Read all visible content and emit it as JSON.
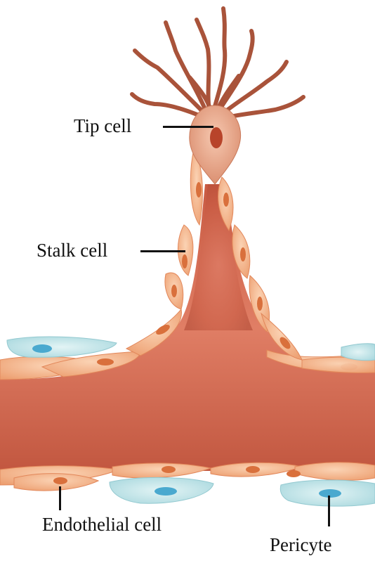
{
  "labels": {
    "tip_cell": "Tip cell",
    "stalk_cell": "Stalk cell",
    "endothelial_cell": "Endothelial cell",
    "pericyte": "Pericyte"
  },
  "colors": {
    "vessel_lumen": "#c85a42",
    "endothelial_cell_body": "#f4b48a",
    "endothelial_nucleus": "#d9703c",
    "pericyte_body": "#c6e6ea",
    "pericyte_nucleus": "#4aa9cf",
    "filopodia": "#a9533a",
    "leader_line": "#111111"
  }
}
